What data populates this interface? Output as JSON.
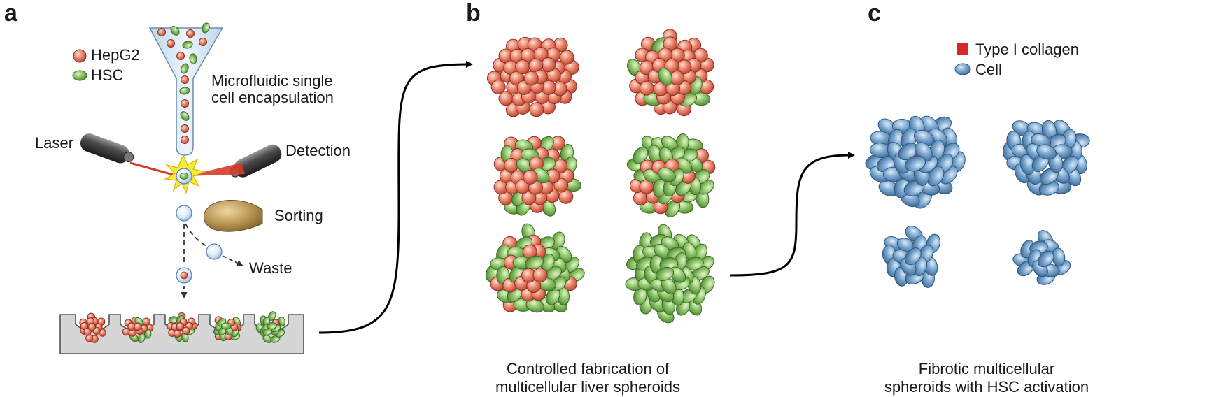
{
  "panels": {
    "a": "a",
    "b": "b",
    "c": "c"
  },
  "legend_a": {
    "hepg2": "HepG2",
    "hsc": "HSC"
  },
  "labels_a": {
    "encapsulation_line1": "Microfluidic single",
    "encapsulation_line2": "cell encapsulation",
    "laser": "Laser",
    "detection": "Detection",
    "sorting": "Sorting",
    "waste": "Waste"
  },
  "caption_b": {
    "line1": "Controlled fabrication of",
    "line2": "multicellular liver spheroids"
  },
  "legend_c": {
    "collagen": "Type I collagen",
    "cell": "Cell"
  },
  "caption_c": {
    "line1": "Fibrotic multicellular",
    "line2": "spheroids with HSC activation"
  },
  "colors": {
    "hepg2": "#e8826a",
    "hsc": "#8cc468",
    "cell_blue": "#7aa6d0",
    "collagen": "#d62828",
    "laser_beam": "#d63a2a",
    "sorter": "#b89552",
    "well_gray": "#d3d3d3"
  }
}
